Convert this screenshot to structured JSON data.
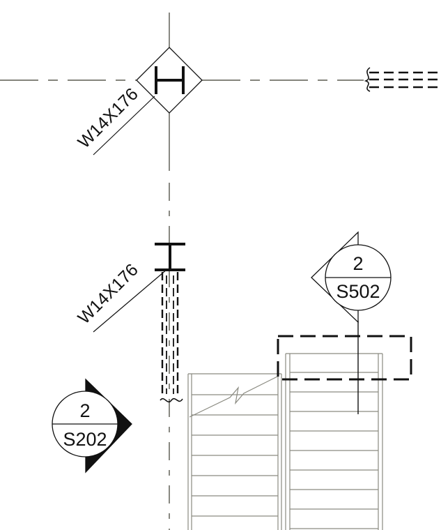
{
  "labels": {
    "column_1_tag": "W14X176",
    "column_2_tag": "W14X176"
  },
  "section_marker_s502": {
    "number": "2",
    "sheet": "S502"
  },
  "section_marker_s202": {
    "number": "2",
    "sheet": "S202"
  },
  "colors": {
    "linework": "#111111",
    "gridline": "#3a3a2e",
    "stair_line": "#8a8a80",
    "background": "#ffffff"
  }
}
